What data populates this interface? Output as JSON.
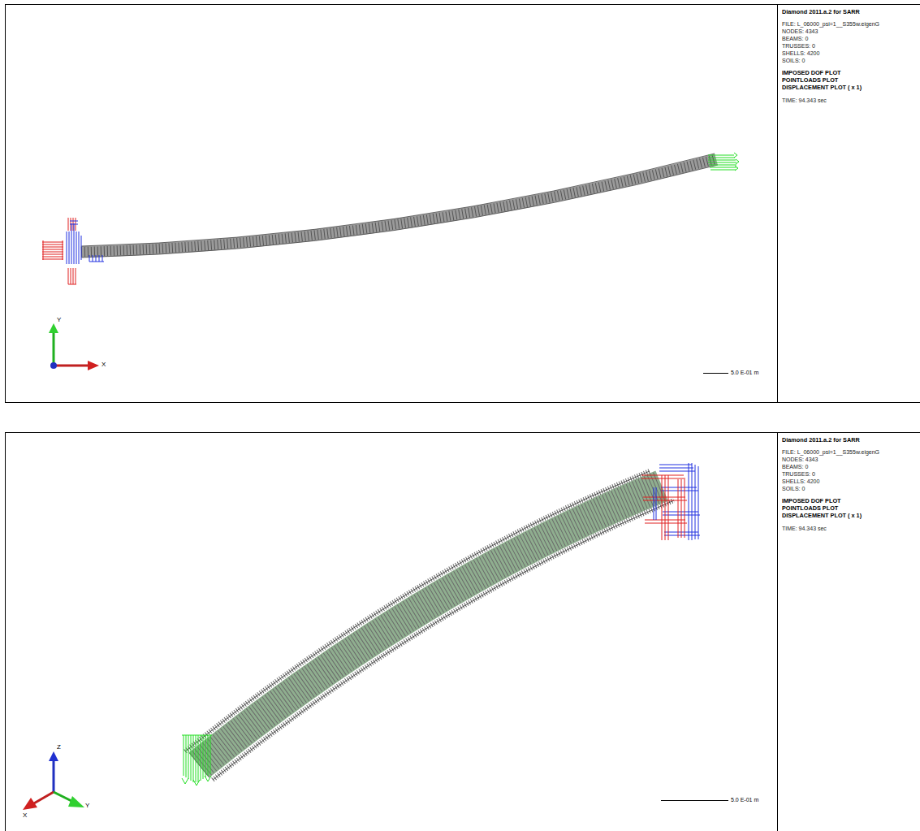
{
  "diagram": {
    "nodes": [
      {
        "text": [
          "Diamond 2011.a.2 for SARR",
          "FILE: L_06000_psi=1__S355w.eigenG",
          "NODES: 4343",
          "BEAMS: 0",
          "TRUSSES: 0",
          "SHELLS: 4200",
          "SOILS: 0",
          "IMPOSED DOF PLOT",
          "POINTLOADS PLOT",
          "DISPLACEMENT PLOT ( x 1)",
          "TIME: 94.343 sec"
        ]
      },
      {
        "text": [
          "Diamond 2011.a.2 for SARR",
          "FILE: L_06000_psi=1__S355w.eigenG",
          "NODES: 4343",
          "BEAMS: 0",
          "TRUSSES: 0",
          "SHELLS: 4200",
          "SOILS: 0",
          "IMPOSED DOF PLOT",
          "POINTLOADS PLOT",
          "DISPLACEMENT PLOT ( x 1)",
          "TIME: 94.343 sec"
        ]
      }
    ],
    "labels": [
      "Y",
      "X",
      "5.0 E-01 m",
      "Z",
      "X",
      "Y",
      "5.0 E-01 m"
    ]
  }
}
